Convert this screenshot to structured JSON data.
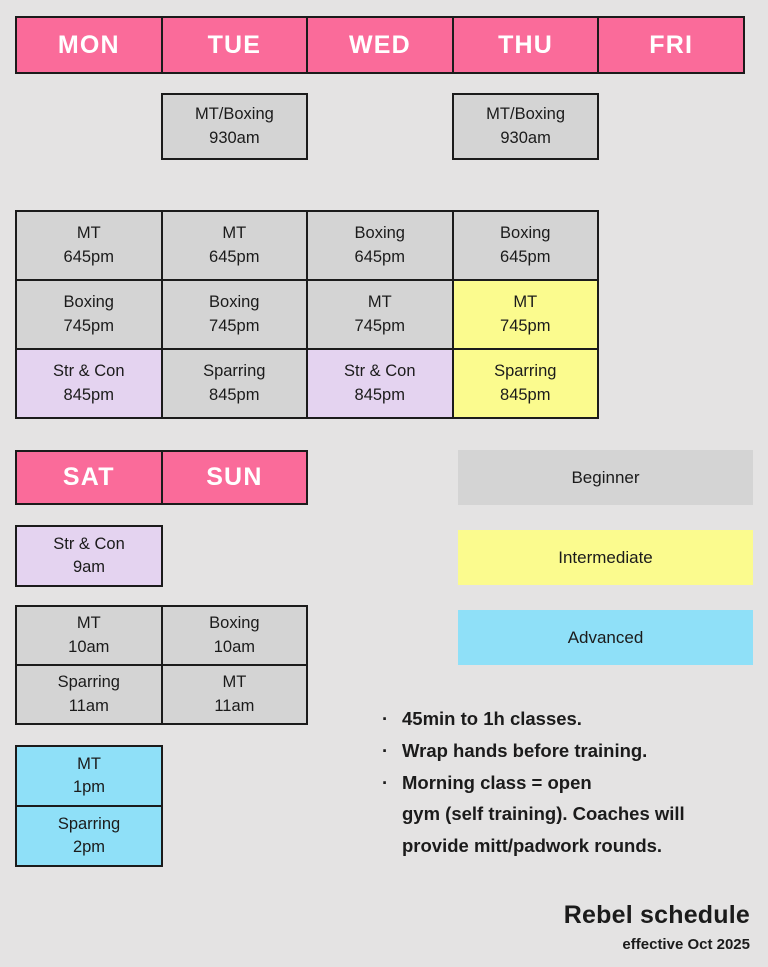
{
  "palette": {
    "background": "#e4e3e3",
    "pink": "#fa6b9a",
    "gray": "#d4d4d4",
    "purple": "#e4d3f0",
    "yellow": "#fbfb8e",
    "blue": "#8fe0f8",
    "ink": "#1b1b1b"
  },
  "weekday_header": [
    {
      "label": "MON"
    },
    {
      "label": "TUE"
    },
    {
      "label": "WED"
    },
    {
      "label": "THU"
    },
    {
      "label": "FRI"
    }
  ],
  "morning_row": [
    {
      "column": 1,
      "class": "MT/Boxing",
      "time": "930am",
      "level": "beginner"
    },
    {
      "column": 3,
      "class": "MT/Boxing",
      "time": "930am",
      "level": "beginner"
    }
  ],
  "evening_grid": {
    "rows": [
      [
        {
          "class": "MT",
          "time": "645pm",
          "level": "beginner"
        },
        {
          "class": "MT",
          "time": "645pm",
          "level": "beginner"
        },
        {
          "class": "Boxing",
          "time": "645pm",
          "level": "beginner"
        },
        {
          "class": "Boxing",
          "time": "645pm",
          "level": "beginner"
        }
      ],
      [
        {
          "class": "Boxing",
          "time": "745pm",
          "level": "beginner"
        },
        {
          "class": "Boxing",
          "time": "745pm",
          "level": "beginner"
        },
        {
          "class": "MT",
          "time": "745pm",
          "level": "beginner"
        },
        {
          "class": "MT",
          "time": "745pm",
          "level": "intermediate"
        }
      ],
      [
        {
          "class": "Str & Con",
          "time": "845pm",
          "level": "strcon"
        },
        {
          "class": "Sparring",
          "time": "845pm",
          "level": "beginner"
        },
        {
          "class": "Str & Con",
          "time": "845pm",
          "level": "strcon"
        },
        {
          "class": "Sparring",
          "time": "845pm",
          "level": "intermediate"
        }
      ]
    ]
  },
  "weekend_header": [
    {
      "label": "SAT"
    },
    {
      "label": "SUN"
    }
  ],
  "weekend_early": [
    {
      "class": "Str & Con",
      "time": "9am",
      "level": "strcon"
    }
  ],
  "weekend_mid": {
    "rows": [
      [
        {
          "class": "MT",
          "time": "10am",
          "level": "beginner"
        },
        {
          "class": "Boxing",
          "time": "10am",
          "level": "beginner"
        }
      ],
      [
        {
          "class": "Sparring",
          "time": "11am",
          "level": "beginner"
        },
        {
          "class": "MT",
          "time": "11am",
          "level": "beginner"
        }
      ]
    ]
  },
  "weekend_late": [
    {
      "class": "MT",
      "time": "1pm",
      "level": "advanced"
    },
    {
      "class": "Sparring",
      "time": "2pm",
      "level": "advanced"
    }
  ],
  "legend": [
    {
      "label": "Beginner",
      "level": "beginner"
    },
    {
      "label": "Intermediate",
      "level": "intermediate"
    },
    {
      "label": "Advanced",
      "level": "advanced"
    }
  ],
  "notes": [
    {
      "bullet": "·",
      "text": "45min to 1h classes."
    },
    {
      "bullet": "·",
      "text": "Wrap hands before training."
    },
    {
      "bullet": "·",
      "text": "Morning class = open"
    },
    {
      "bullet": "",
      "text": "gym (self training). Coaches will"
    },
    {
      "bullet": "",
      "text": "provide mitt/padwork rounds."
    }
  ],
  "footer": {
    "title": "Rebel schedule",
    "subtitle": "effective Oct 2025"
  }
}
